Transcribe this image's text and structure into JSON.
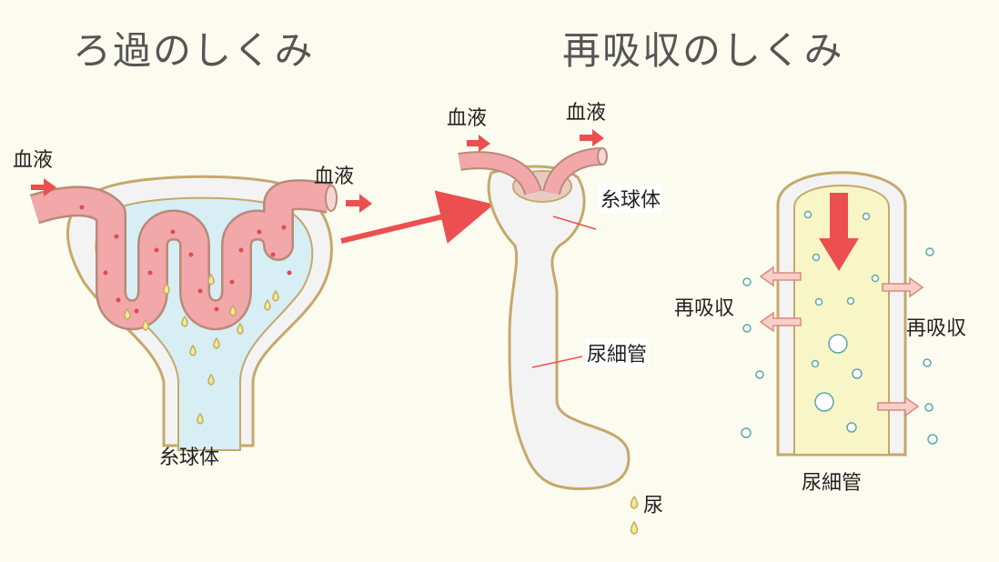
{
  "titles": {
    "filtration": "ろ過のしくみ",
    "reabsorption": "再吸収のしくみ"
  },
  "labels": {
    "blood_in_left": "血液",
    "blood_out_left": "血液",
    "glomerulus_left": "糸球体",
    "blood_in_mid": "血液",
    "blood_out_mid": "血液",
    "glomerulus_mid": "糸球体",
    "tubule_mid": "尿細管",
    "urine": "尿",
    "reabsorb_left": "再吸収",
    "reabsorb_right": "再吸収",
    "tubule_right": "尿細管"
  },
  "colors": {
    "background": "#fbfbef",
    "vessel_pink": "#f2a7a9",
    "arrow_red": "#ec4f4f",
    "capsule_fill": "#f3f3f4",
    "filtrate_blue": "#d6eef4",
    "outline_tan": "#c6a86a",
    "tubule_yellow": "#f8f6c6",
    "drop_yellow": "#f1ed8a"
  }
}
